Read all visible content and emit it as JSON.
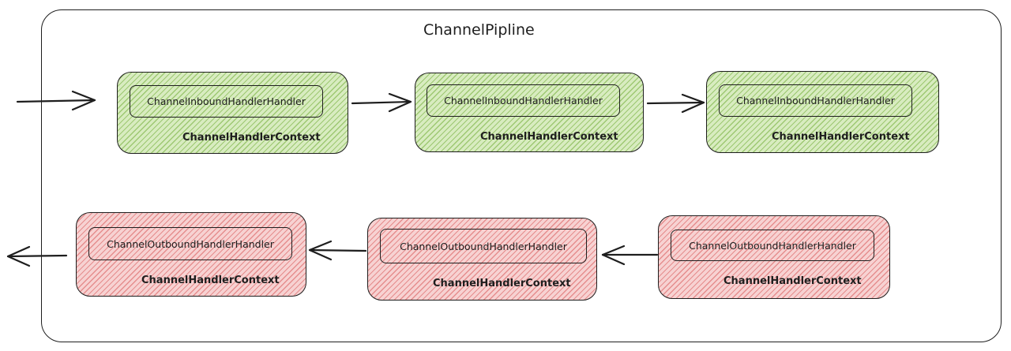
{
  "pipeline": {
    "title": "ChannelPipline"
  },
  "inbound": [
    {
      "handler": "ChannelInboundHandlerHandler",
      "context": "ChannelHandlerContext"
    },
    {
      "handler": "ChannelInboundHandlerHandler",
      "context": "ChannelHandlerContext"
    },
    {
      "handler": "ChannelInboundHandlerHandler",
      "context": "ChannelHandlerContext"
    }
  ],
  "outbound": [
    {
      "handler": "ChannelOutboundHandlerHandler",
      "context": "ChannelHandlerContext"
    },
    {
      "handler": "ChannelOutboundHandlerHandler",
      "context": "ChannelHandlerContext"
    },
    {
      "handler": "ChannelOutboundHandlerHandler",
      "context": "ChannelHandlerContext"
    }
  ],
  "colors": {
    "inbound_fill": "#d8ecc0",
    "outbound_fill": "#f7d2d2",
    "stroke": "#1e1e1e"
  }
}
